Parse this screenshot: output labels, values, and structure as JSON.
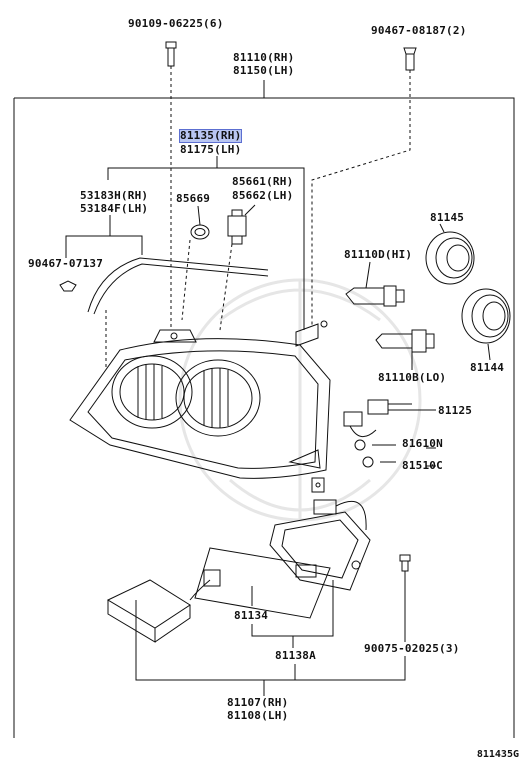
{
  "labels": {
    "screw_top": "90109-06225(6)",
    "clip_top": "90467-08187(2)",
    "assy_rh": "81110(RH)",
    "assy_lh": "81150(LH)",
    "lens_rh": "81135(RH)",
    "lens_lh": "81175(LH)",
    "gasket_rh": "53183H(RH)",
    "gasket_lh": "53184F(LH)",
    "seal": "85669",
    "bulb_rh": "85661(RH)",
    "bulb_lh": "85662(LH)",
    "cover_large": "81145",
    "bulb_hi": "81110D(HI)",
    "clip_mid": "90467-07137",
    "cover_small": "81144",
    "bulb_lo": "81110B(LO)",
    "socket": "81125",
    "bulb_a": "81610N",
    "bulb_b": "81510C",
    "reflector": "81134",
    "screw_bottom": "90075-02025(3)",
    "lamp_sub": "81138A",
    "ecu_rh": "81107(RH)",
    "ecu_lh": "81108(LH)"
  },
  "footer": "811435G",
  "highlight_color": "#b9c6f2"
}
